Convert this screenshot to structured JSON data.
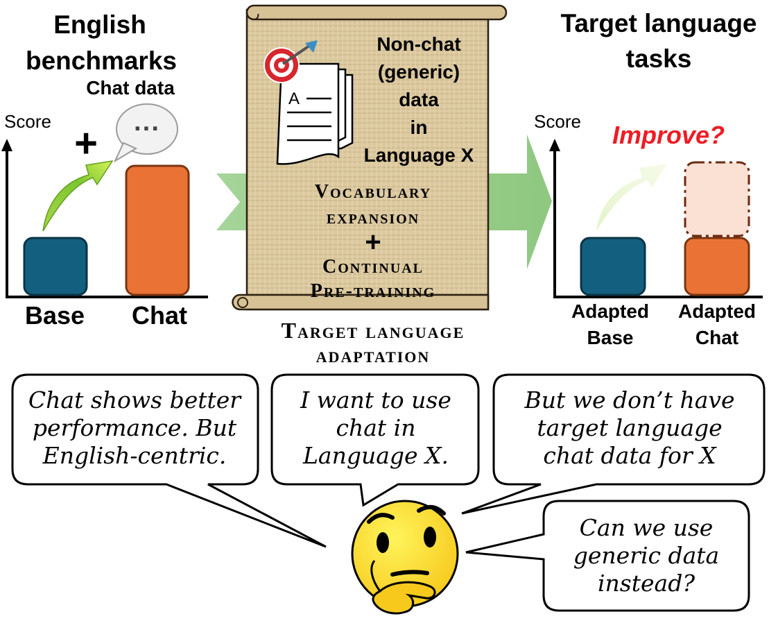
{
  "left_panel": {
    "title_line1": "English",
    "title_line2": "benchmarks",
    "chat_data_label": "Chat data",
    "plus": "+",
    "axis_label": "Score",
    "bar_labels": [
      "Base",
      "Chat"
    ],
    "colors": {
      "base": "#135f7f",
      "chat": "#ea7235"
    }
  },
  "center_scroll": {
    "doc_letter": "A",
    "data_text": [
      "Non-chat",
      "(generic)",
      "data",
      "in",
      "Language X"
    ],
    "step1_line1": "Vocabulary",
    "step1_line2": "expansion",
    "plus": "+",
    "step2_line1": "Continual",
    "step2_line2": "Pre-training",
    "caption_line1": "Target language",
    "caption_line2": "adaptation"
  },
  "right_panel": {
    "title_line1": "Target language",
    "title_line2": "tasks",
    "axis_label": "Score",
    "question": "Improve?",
    "bar_labels": [
      [
        "Adapted",
        "Base"
      ],
      [
        "Adapted",
        "Chat"
      ]
    ],
    "colors": {
      "question": "#ee1c25"
    }
  },
  "bubbles": [
    [
      "Chat shows better",
      "performance. But",
      "English-centric."
    ],
    [
      "I want to use",
      "chat in",
      "Language X."
    ],
    [
      "But we don’t have",
      "target language",
      "chat data for X"
    ],
    [
      "Can we use",
      "generic data",
      "instead?"
    ]
  ],
  "speech_bubble_icon_text": "···"
}
